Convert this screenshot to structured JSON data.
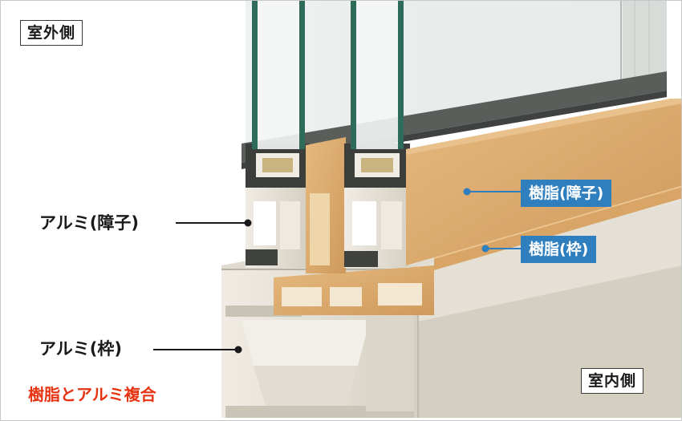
{
  "labels": {
    "outdoor_side": "室外側",
    "indoor_side": "室内側",
    "aluminum_sash": "アルミ(障子)",
    "aluminum_frame": "アルミ(枠)",
    "resin_sash": "樹脂(障子)",
    "resin_frame": "樹脂(枠)",
    "composite_note": "樹脂とアルミ複合"
  },
  "colors": {
    "callout_blue": "#2f7fbf",
    "accent_red": "#e63312",
    "resin_wood": "#dcaa6e",
    "aluminum_beige": "#ddd8cc",
    "glass_edge_green": "#2e6b5a"
  }
}
